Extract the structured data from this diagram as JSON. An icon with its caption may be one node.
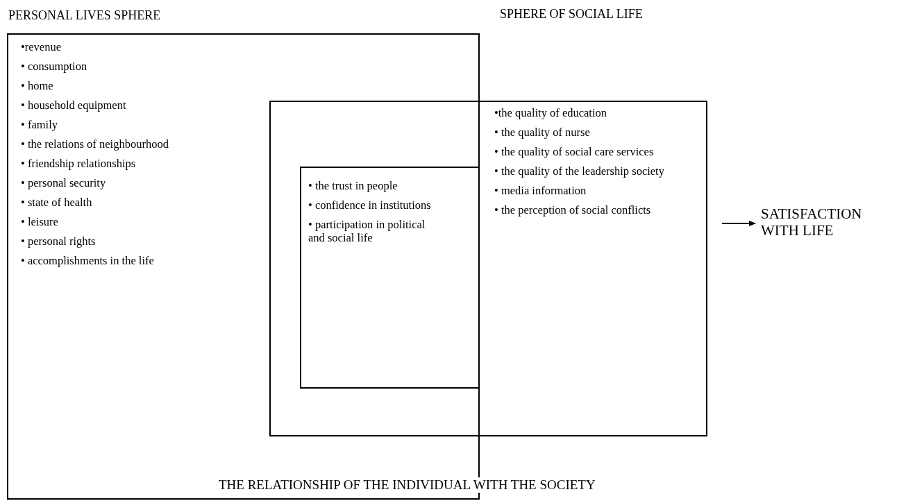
{
  "diagram": {
    "nodes": [
      {
        "text": [
          "PERSONAL LIVES SPHERE",
          "•revenue",
          "• consumption",
          "• home",
          "• household equipment",
          "• family",
          "• the relations of neighbourhood",
          "• friendship relationships",
          "• personal security",
          "• state of health",
          "• leisure",
          "• personal rights",
          "• accomplishments in the life"
        ]
      },
      {
        "text": [
          "•the quality of education",
          "• the quality of nurse",
          "• the quality of social care services",
          "• the quality of the leadership society",
          "• media information",
          "• the perception of social conflicts"
        ]
      },
      {
        "text": [
          "• the trust in people",
          "• confidence in institutions",
          "• participation in political and social life"
        ]
      },
      {
        "text": [
          "SATISFACTION WITH LIFE"
        ]
      }
    ],
    "edges": [
      {
        "from": null,
        "to": 3,
        "arrow": "to"
      }
    ],
    "labels": [
      "SPHERE OF SOCIAL LIFE",
      "THE RELATIONSHIP OF THE INDIVIDUAL WITH THE SOCIETY"
    ]
  }
}
